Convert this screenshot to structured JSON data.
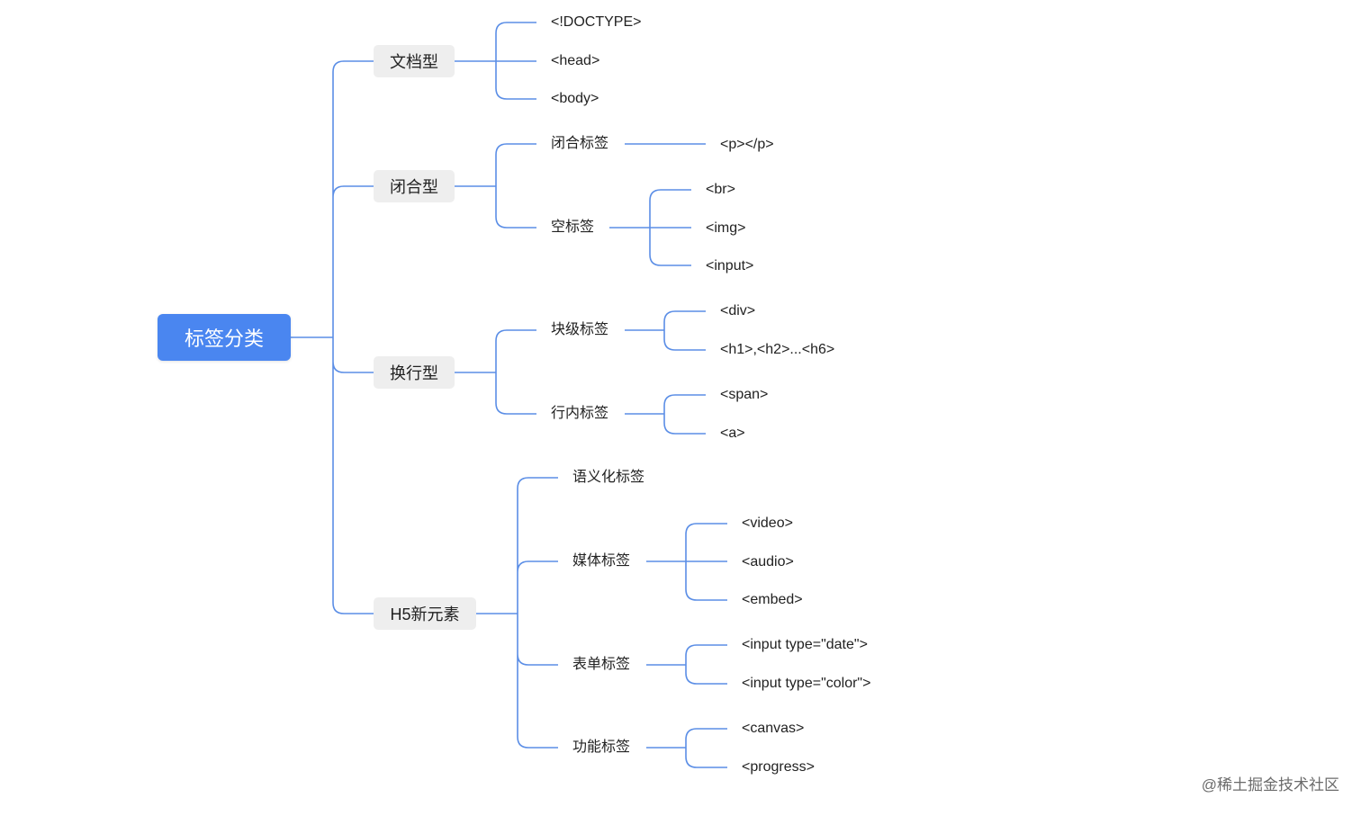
{
  "colors": {
    "connector": "#5b8ee6",
    "root_bg": "#4a86f0",
    "category_bg": "#eeeeee"
  },
  "root": "标签分类",
  "categories": {
    "doc": "文档型",
    "closure": "闭合型",
    "linebreak": "换行型",
    "h5": "H5新元素"
  },
  "doc_items": [
    "<!DOCTYPE>",
    "<head>",
    "<body>"
  ],
  "closure_groups": {
    "closed_tag": "闭合标签",
    "closed_example": "<p></p>",
    "empty_tag": "空标签",
    "empty_items": [
      "<br>",
      "<img>",
      "<input>"
    ]
  },
  "linebreak_groups": {
    "block_tag": "块级标签",
    "block_items": [
      "<div>",
      "<h1>,<h2>...<h6>"
    ],
    "inline_tag": "行内标签",
    "inline_items": [
      "<span>",
      "<a>"
    ]
  },
  "h5_groups": {
    "semantic_tag": "语义化标签",
    "media_tag": "媒体标签",
    "media_items": [
      "<video>",
      "<audio>",
      "<embed>"
    ],
    "form_tag": "表单标签",
    "form_items": [
      "<input type=\"date\">",
      "<input type=\"color\">"
    ],
    "function_tag": "功能标签",
    "function_items": [
      "<canvas>",
      "<progress>"
    ]
  },
  "watermark": "@稀土掘金技术社区"
}
